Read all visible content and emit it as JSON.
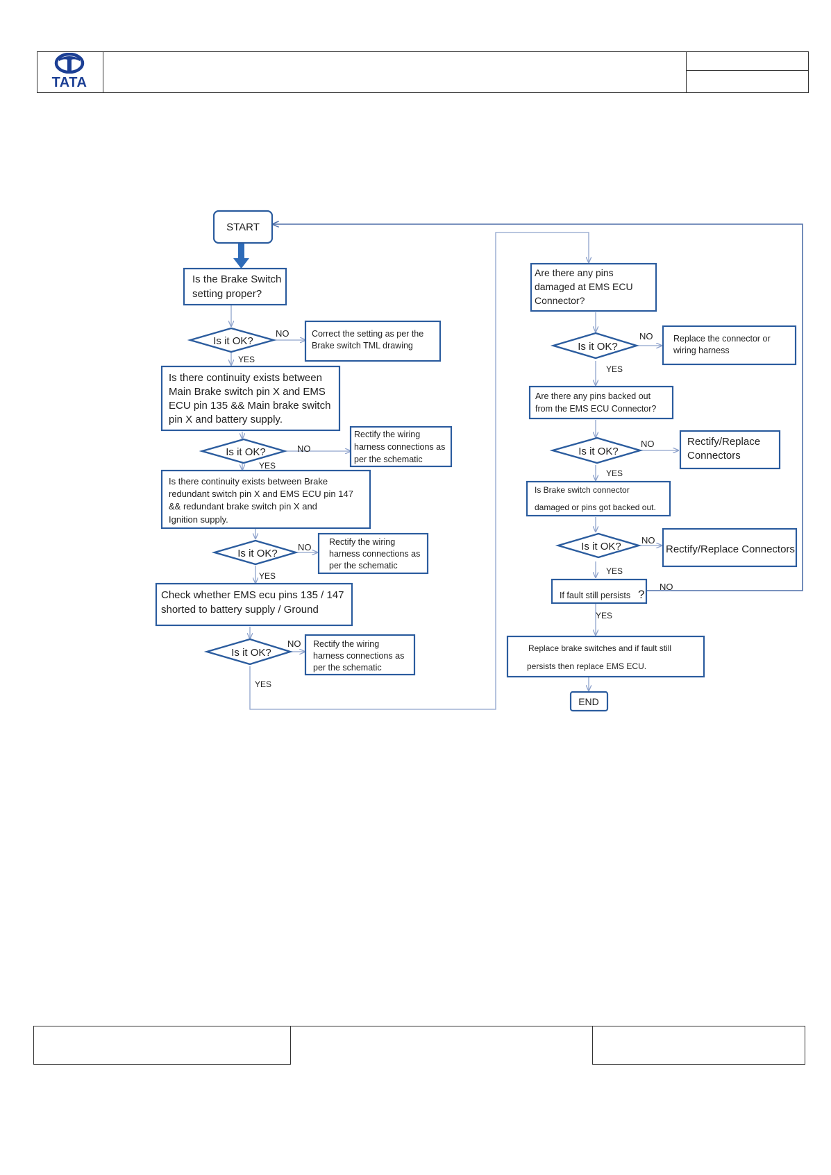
{
  "logo": {
    "wordmark": "TATA"
  },
  "flowchart": {
    "start": "START",
    "end": "END",
    "yes": "YES",
    "no": "NO",
    "left": {
      "q1": [
        "Is the Brake Switch",
        "setting proper?"
      ],
      "d1": "Is it OK?",
      "a1": [
        "Correct the setting as per the",
        "Brake switch TML drawing"
      ],
      "q2": [
        "Is there continuity exists between",
        "Main Brake switch pin X and EMS",
        "ECU pin 135 && Main brake switch",
        "pin X and battery supply."
      ],
      "d2": "Is it OK?",
      "a2": [
        "Rectify the wiring",
        "harness connections as",
        "per the schematic"
      ],
      "q3": [
        "Is there continuity exists between Brake",
        "redundant switch pin X and EMS ECU pin 147",
        "&& redundant brake switch pin X and",
        "Ignition supply."
      ],
      "d3": "Is it OK?",
      "a3": [
        "Rectify the wiring",
        "harness connections as",
        "per the schematic"
      ],
      "q4": [
        "Check whether EMS ecu pins 135 / 147",
        "shorted to battery supply / Ground"
      ],
      "d4": "Is it OK?",
      "a4": [
        "Rectify the wiring",
        "harness connections as",
        "per the schematic"
      ]
    },
    "right": {
      "q5": [
        "Are there any pins",
        "damaged at EMS ECU",
        "Connector?"
      ],
      "d5": "Is it OK?",
      "a5": [
        "Replace the connector or",
        "wiring harness"
      ],
      "q6": [
        "Are there any pins backed out",
        "from the EMS ECU Connector?"
      ],
      "d6": "Is it OK?",
      "a6": [
        "Rectify/Replace",
        "Connectors"
      ],
      "q7": [
        "Is Brake switch connector",
        "damaged or pins got backed out."
      ],
      "d7": "Is it OK?",
      "a7": [
        "Rectify/Replace Connectors"
      ],
      "q8": "If fault still persists",
      "q8_mark": "?",
      "final": [
        "Replace brake switches and if fault still",
        "persists then replace EMS ECU."
      ]
    }
  },
  "colors": {
    "box_stroke": "#2b5c9e",
    "arrow": "#8fa3cc",
    "start_arrow": "#2e6bb8",
    "logo": "#1c3f94"
  }
}
